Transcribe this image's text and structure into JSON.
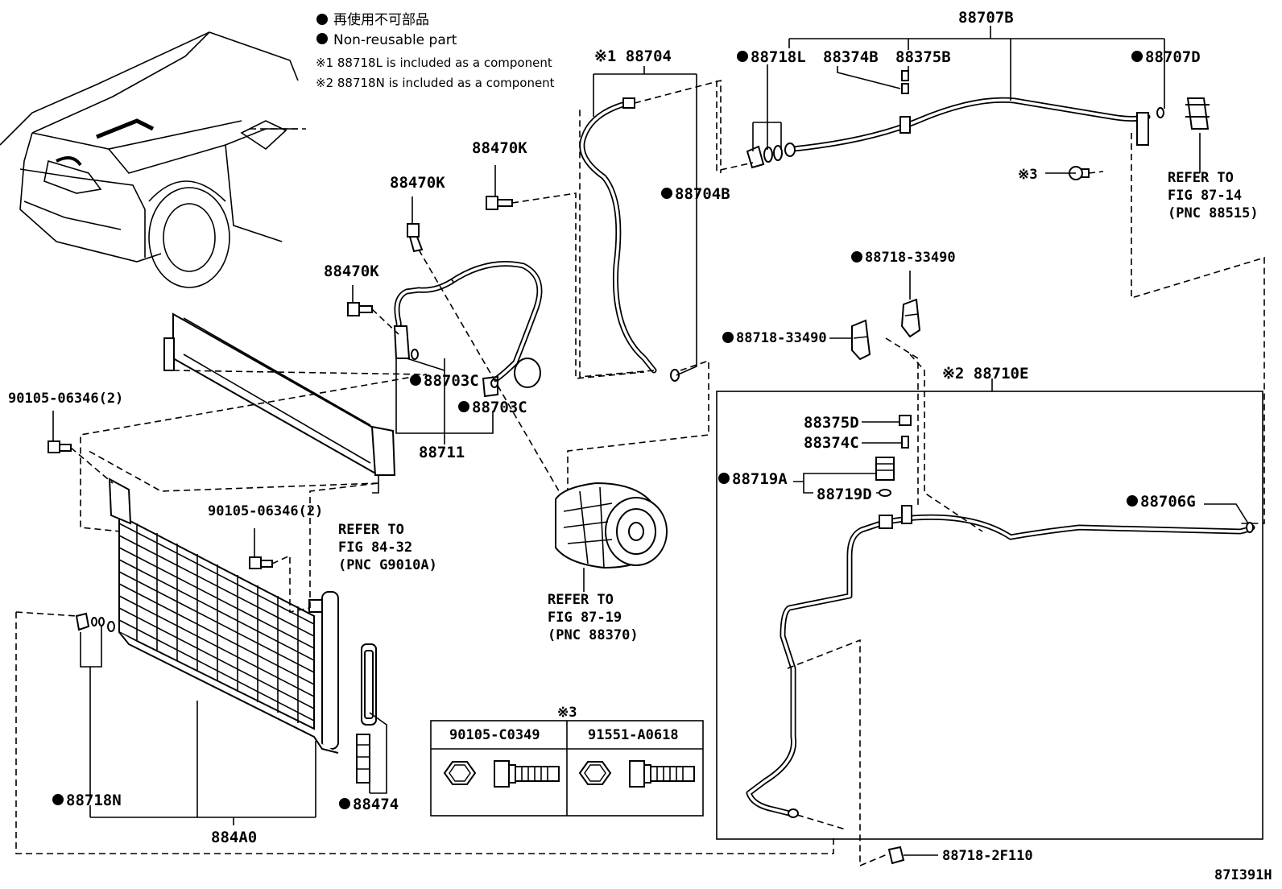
{
  "legend": {
    "jp_line": "再使用不可部品",
    "en_line": "Non-reusable part",
    "note1": "※1 88718L is included as a component",
    "note2": "※2 88718N is included as a component"
  },
  "labels": {
    "p88707B": "88707B",
    "p88704": "※1 88704",
    "p88718L": "88718L",
    "p88374B": "88374B",
    "p88375B": "88375B",
    "p88707D": "88707D",
    "p88704B": "88704B",
    "p88470K_a": "88470K",
    "p88470K_b": "88470K",
    "p88470K_c": "88470K",
    "ref3": "※3",
    "refer_87_14_a": "REFER TO",
    "refer_87_14_b": "FIG 87-14",
    "refer_87_14_c": "(PNC 88515)",
    "p88718_33490_a": "88718-33490",
    "p88718_33490_b": "88718-33490",
    "p88710E": "※2 88710E",
    "p90105_a": "90105-06346(2)",
    "p88703C_a": "88703C",
    "p88703C_b": "88703C",
    "p88711": "88711",
    "p88375D": "88375D",
    "p88374C": "88374C",
    "p88719A": "88719A",
    "p88719D": "88719D",
    "p88706G": "88706G",
    "p90105_b": "90105-06346(2)",
    "refer_84_32_a": "REFER TO",
    "refer_84_32_b": "FIG 84-32",
    "refer_84_32_c": "(PNC G9010A)",
    "refer_87_19_a": "REFER TO",
    "refer_87_19_b": "FIG 87-19",
    "refer_87_19_c": "(PNC 88370)",
    "box3_mark": "※3",
    "box3_col1": "90105-C0349",
    "box3_col2": "91551-A0618",
    "p88718N": "88718N",
    "p88474": "88474",
    "p884A0": "884A0",
    "p88718_2F110": "88718-2F110",
    "fig_code": "87I391H"
  }
}
